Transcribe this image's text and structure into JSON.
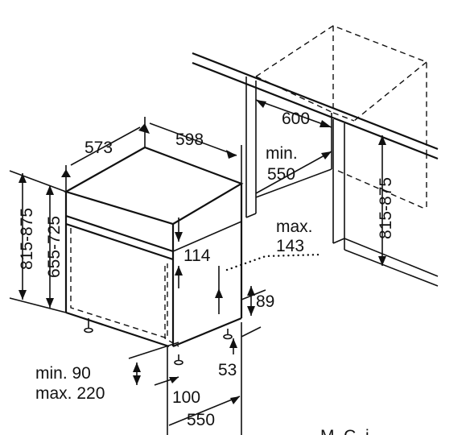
{
  "diagram": {
    "labels": {
      "depth_573": "573",
      "width_598": "598",
      "cabinet_600": "600",
      "min_label": "min.",
      "min_550": "550",
      "max_label": "max.",
      "max_143": "143",
      "dim_114": "114",
      "dim_89": "89",
      "dim_53": "53",
      "height_815_875_left": "815-875",
      "height_655_725": "655-725",
      "height_815_875_right": "815-875",
      "min_90": "min. 90",
      "max_220": "max. 220",
      "dim_100": "100",
      "dim_550_bottom": "550"
    },
    "corner_text": "M..C..i....."
  }
}
